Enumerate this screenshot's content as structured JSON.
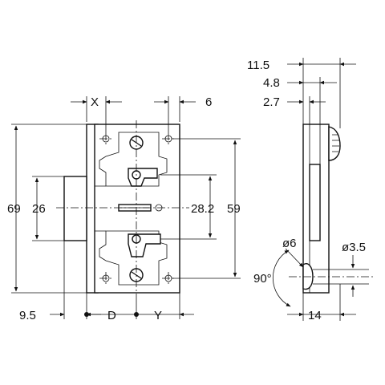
{
  "dimensions": {
    "x_label": "X",
    "six_top": "6",
    "height_69": "69",
    "height_26": "26",
    "center_28_2": "28.2",
    "height_59": "59",
    "offset_9_5": "9.5",
    "d_label": "D",
    "y_label": "Y",
    "side_11_5": "11.5",
    "side_4_8": "4.8",
    "side_2_7": "2.7",
    "dia_6": "ø6",
    "dia_3_5": "ø3.5",
    "angle_90": "90°",
    "side_14": "14"
  }
}
